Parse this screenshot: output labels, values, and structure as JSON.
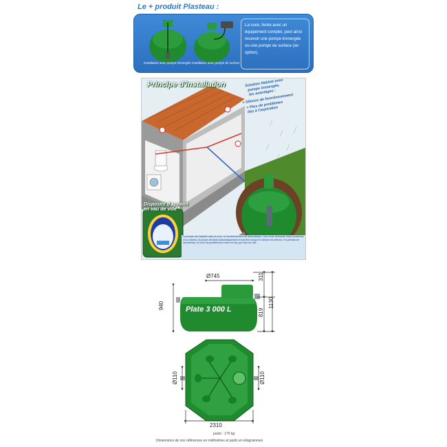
{
  "headline": {
    "prefix": "Le + produit ",
    "brand": "Plasteau",
    "suffix": " :"
  },
  "top_panel": {
    "caption_immersed": "Installation avec pompe immergée",
    "caption_surface": "Installation avec pompe de surface",
    "note": "La cuve, livrée avec un équipement complet, peut ainsi recevoir une pompe immergée ou une pompe de surface (en option)."
  },
  "poster": {
    "title": "Principe d'installation",
    "callout_lines": [
      "Solution Habitat avec",
      "pompe immergée,",
      "les avantages :",
      "> Silence de fonctionnement",
      "> Plus de problèmes",
      "liés à l'aspiration"
    ],
    "device_label_lines": [
      "Dispositif d'appoint",
      "en eau de ville"
    ],
    "footer_text": "La pompe est installée dans la cuve, le fonctionnement est automatique. Lors d'une demande d'eau (ouverture d'un robinet), la pompe démarre automatiquement et s'arrête lorsque le robinet est refermé. En période de sécheresse, la cuve est partiellement mise en eau par l'eau de ville."
  },
  "drawing": {
    "product_label": "Plate 3 000 L",
    "dims": {
      "diameter_top": "Ø745",
      "height_left": "940",
      "top_right": "311",
      "inner_right": "819",
      "outer_right": "1130",
      "pipe_left": "Ø110",
      "pipe_right": "Ø110",
      "width_bottom": "2310"
    },
    "weight": "poids : 175 kg",
    "footnote": "Dimensions de nos références en millimètres et poids en kilogrammes"
  },
  "colors": {
    "tank_green": "#1f8a2e",
    "tank_dark": "#0f5c1a",
    "panel_blue": "#2c6fbf",
    "headline_blue": "#2a7bc4"
  }
}
